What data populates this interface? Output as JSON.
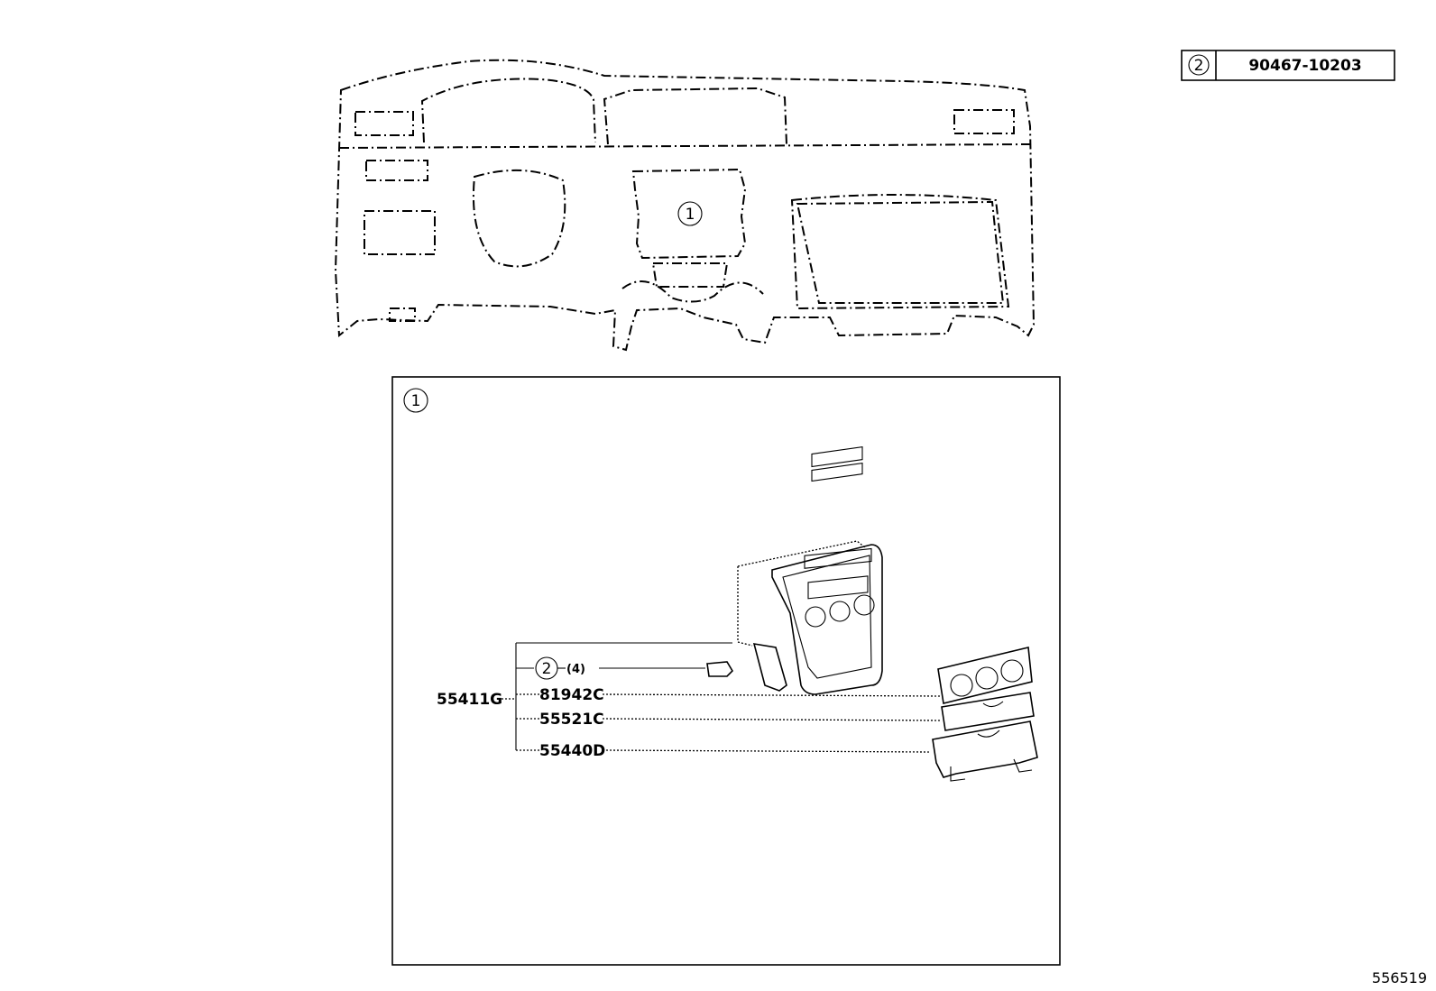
{
  "legend_table": {
    "ref_number": "2",
    "part_number": "90467-10203"
  },
  "overview": {
    "callout": "1"
  },
  "detail_box": {
    "callout": "1",
    "assembly_part": "55411G",
    "parts": [
      {
        "ref_number": "2",
        "quantity": "(4)"
      },
      {
        "part_number": "81942C"
      },
      {
        "part_number": "55521C"
      },
      {
        "part_number": "55440D"
      }
    ]
  },
  "diagram_id": "556519"
}
